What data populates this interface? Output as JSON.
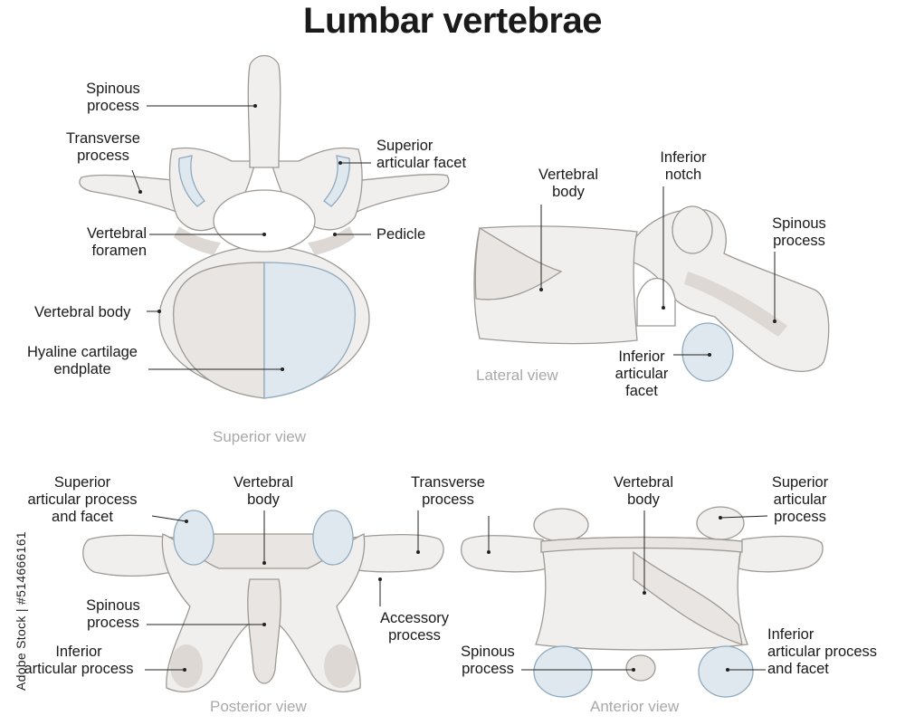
{
  "title": "Lumbar vertebrae",
  "credit": "Adobe Stock | #514666161",
  "views": {
    "superior": "Superior view",
    "lateral": "Lateral view",
    "posterior": "Posterior view",
    "anterior": "Anterior view"
  },
  "superior_labels": {
    "spinous_process": "Spinous\nprocess",
    "transverse_process": "Transverse\nprocess",
    "superior_articular_facet": "Superior\narticular facet",
    "vertebral_foramen": "Vertebral\nforamen",
    "pedicle": "Pedicle",
    "vertebral_body": "Vertebral body",
    "hyaline_cartilage_endplate": "Hyaline cartilage\nendplate"
  },
  "lateral_labels": {
    "vertebral_body": "Vertebral\nbody",
    "inferior_notch": "Inferior\nnotch",
    "spinous_process": "Spinous\nprocess",
    "inferior_articular_facet": "Inferior\narticular\nfacet"
  },
  "posterior_labels": {
    "superior_articular_process_and_facet": "Superior\narticular process\nand facet",
    "vertebral_body": "Vertebral\nbody",
    "transverse_process": "Transverse\nprocess",
    "spinous_process": "Spinous\nprocess",
    "accessory_process": "Accessory\nprocess",
    "inferior_articular_process": "Inferior\narticular process"
  },
  "anterior_labels": {
    "vertebral_body": "Vertebral\nbody",
    "superior_articular_process": "Superior\narticular\nprocess",
    "spinous_process": "Spinous\nprocess",
    "inferior_articular_process_and_facet": "Inferior\narticular process\nand facet"
  },
  "colors": {
    "bone": "#f1efed",
    "bone_outline": "#9e9994",
    "cartilage": "#dfe8ef",
    "view_caption": "#a9a9a9"
  }
}
